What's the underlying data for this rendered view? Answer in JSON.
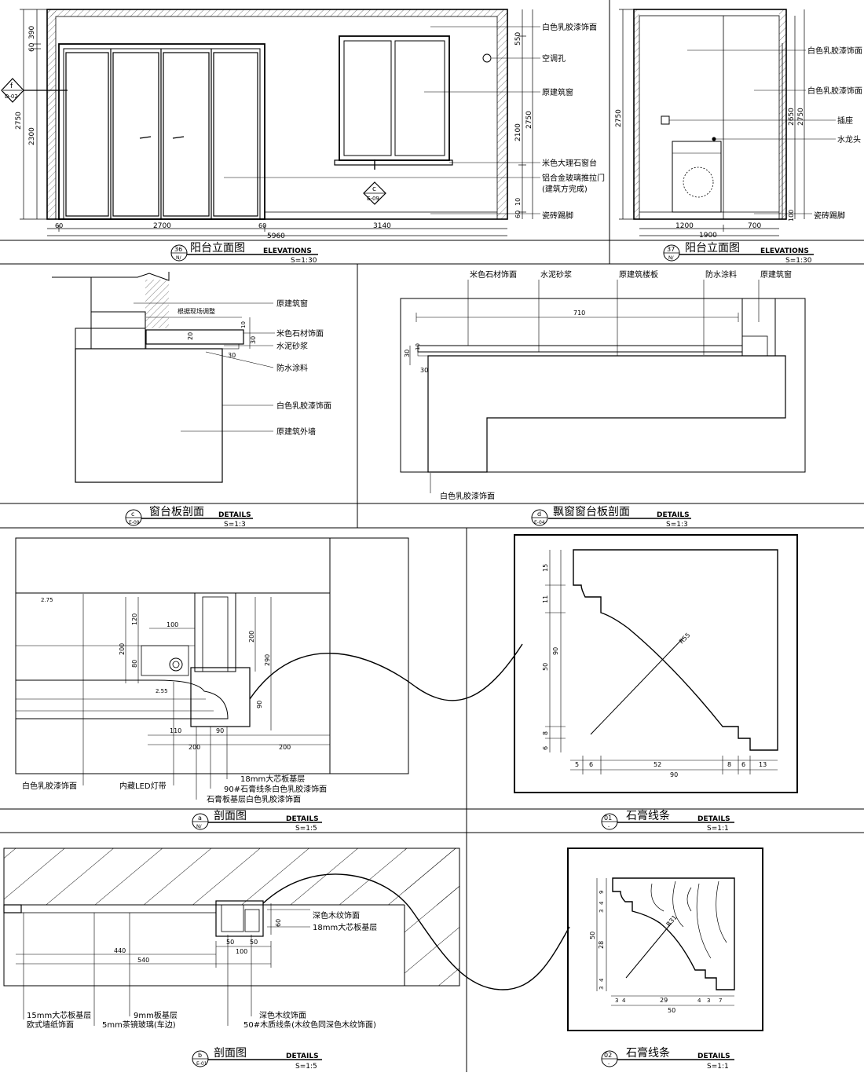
{
  "panels": {
    "p36": {
      "title": "阳台立面图",
      "subtitle": "ELEVATIONS",
      "scale": "S=1:30",
      "callout_num": "36",
      "callout_ref": "N/",
      "labels": [
        "白色乳胶漆饰面",
        "空调孔",
        "原建筑窗",
        "米色大理石窗台",
        "铝合金玻璃推拉门",
        "(建筑方完成)",
        "瓷砖踢脚"
      ],
      "dims_left": [
        "390",
        "60",
        "2300",
        "2750"
      ],
      "dims_right": [
        "550",
        "2100",
        "2750",
        "60",
        "10"
      ],
      "dims_bottom": [
        "60",
        "2700",
        "60",
        "3140",
        "5960"
      ],
      "marker_f": {
        "top": "f",
        "bottom": "D-02"
      },
      "marker_c": {
        "top": "c",
        "bottom": "E-09"
      }
    },
    "p37": {
      "title": "阳台立面图",
      "subtitle": "ELEVATIONS",
      "scale": "S=1:30",
      "callout_num": "37",
      "callout_ref": "N/",
      "labels": [
        "白色乳胶漆饰面",
        "白色乳胶漆饰面",
        "插座",
        "水龙头",
        "瓷砖踢脚"
      ],
      "dims_left": [
        "2750"
      ],
      "dims_right": [
        "2650",
        "2750",
        "100"
      ],
      "dims_bottom": [
        "1200",
        "700",
        "1900"
      ]
    },
    "pc": {
      "title": "窗台板剖面",
      "subtitle": "DETAILS",
      "scale": "S=1:3",
      "callout_num": "c",
      "callout_ref": "E-09",
      "labels": [
        "原建筑窗",
        "米色石材饰面",
        "水泥砂浆",
        "防水涂料",
        "白色乳胶漆饰面",
        "原建筑外墙"
      ],
      "note": "根据现场调整",
      "dims": [
        "20",
        "30",
        "30",
        "10"
      ]
    },
    "pd": {
      "title": "飘窗窗台板剖面",
      "subtitle": "DETAILS",
      "scale": "S=1:3",
      "callout_num": "d",
      "callout_ref": "E-04",
      "labels_top": [
        "米色石材饰面",
        "水泥砂浆",
        "原建筑楼板",
        "防水涂料",
        "原建筑窗"
      ],
      "label_bottom": "白色乳胶漆饰面",
      "dims": [
        "710",
        "30",
        "30",
        "10"
      ]
    },
    "pa": {
      "title": "剖面图",
      "subtitle": "DETAILS",
      "scale": "S=1:5",
      "callout_num": "a",
      "callout_ref": "N/",
      "labels": [
        "白色乳胶漆饰面",
        "内藏LED灯带",
        "18mm大芯板基层",
        "90#石膏线条白色乳胶漆饰面",
        "石膏板基层白色乳胶漆饰面"
      ],
      "levels": [
        "2.75",
        "2.55"
      ],
      "dims": [
        "120",
        "100",
        "200",
        "80",
        "200",
        "290",
        "90",
        "110",
        "90",
        "200",
        "200"
      ]
    },
    "p01": {
      "title": "石膏线条",
      "subtitle": "DETAILS",
      "scale": "S=1:1",
      "callout_num": "01",
      "callout_ref": "-",
      "radius": "R55",
      "dims_left": [
        "15",
        "11",
        "90",
        "50",
        "8",
        "6"
      ],
      "dims_bottom": [
        "5",
        "6",
        "52",
        "8",
        "6",
        "13",
        "90"
      ]
    },
    "pb": {
      "title": "剖面图",
      "subtitle": "DETAILS",
      "scale": "S=1:5",
      "callout_num": "b",
      "callout_ref": "E-01",
      "labels_right": [
        "深色木纹饰面",
        "18mm大芯板基层"
      ],
      "labels_bottom": [
        "15mm大芯板基层",
        "欧式墙纸饰面",
        "9mm板基层",
        "5mm茶镜玻璃(车边)",
        "深色木纹饰面",
        "50#木质线条(木纹色同深色木纹饰面)"
      ],
      "dims": [
        "60",
        "440",
        "50",
        "50",
        "540",
        "100"
      ]
    },
    "p02": {
      "title": "石膏线条",
      "subtitle": "DETAILS",
      "scale": "S=1:1",
      "callout_num": "02",
      "callout_ref": "-",
      "radius": "R31",
      "dims_left": [
        "9",
        "4",
        "3",
        "50",
        "28",
        "4",
        "3"
      ],
      "dims_bottom": [
        "3",
        "4",
        "29",
        "4",
        "3",
        "7",
        "50"
      ]
    }
  }
}
